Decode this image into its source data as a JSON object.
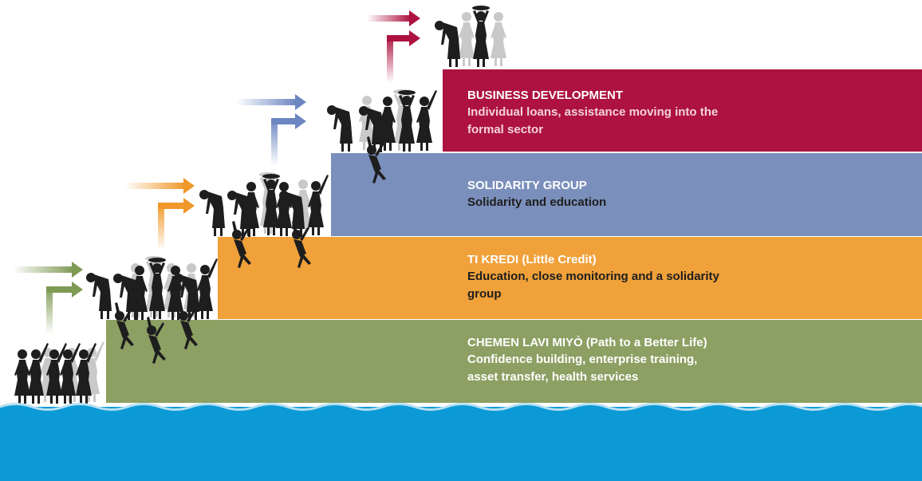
{
  "colors": {
    "business": "#ad1240",
    "solidarity": "#7a8fbb",
    "tikredi": "#f0a13a",
    "chemen": "#8ca063",
    "water": "#0b9ad6",
    "wave_light": "#b7e0f2",
    "figure": "#1e1e1e",
    "figure_ghost": "#c9c9c9",
    "arrow_business": "#ad1240",
    "arrow_solidarity": "#6b86c0",
    "arrow_tikredi": "#f0982a",
    "arrow_chemen": "#7f9a55"
  },
  "tiers": [
    {
      "id": "business",
      "title": "BUSINESS DEVELOPMENT",
      "desc": "Individual loans, assistance moving into the formal sector"
    },
    {
      "id": "solidarity",
      "title": "SOLIDARITY GROUP",
      "desc": "Solidarity and education"
    },
    {
      "id": "tikredi",
      "title": "TI KREDI (Little Credit)",
      "desc": "Education, close monitoring and a solidarity group"
    },
    {
      "id": "chemen",
      "title": "CHEMEN LAVI MIYÒ (Path to a Better Life)",
      "desc": "Confidence building, enterprise training, asset transfer, health services"
    }
  ]
}
